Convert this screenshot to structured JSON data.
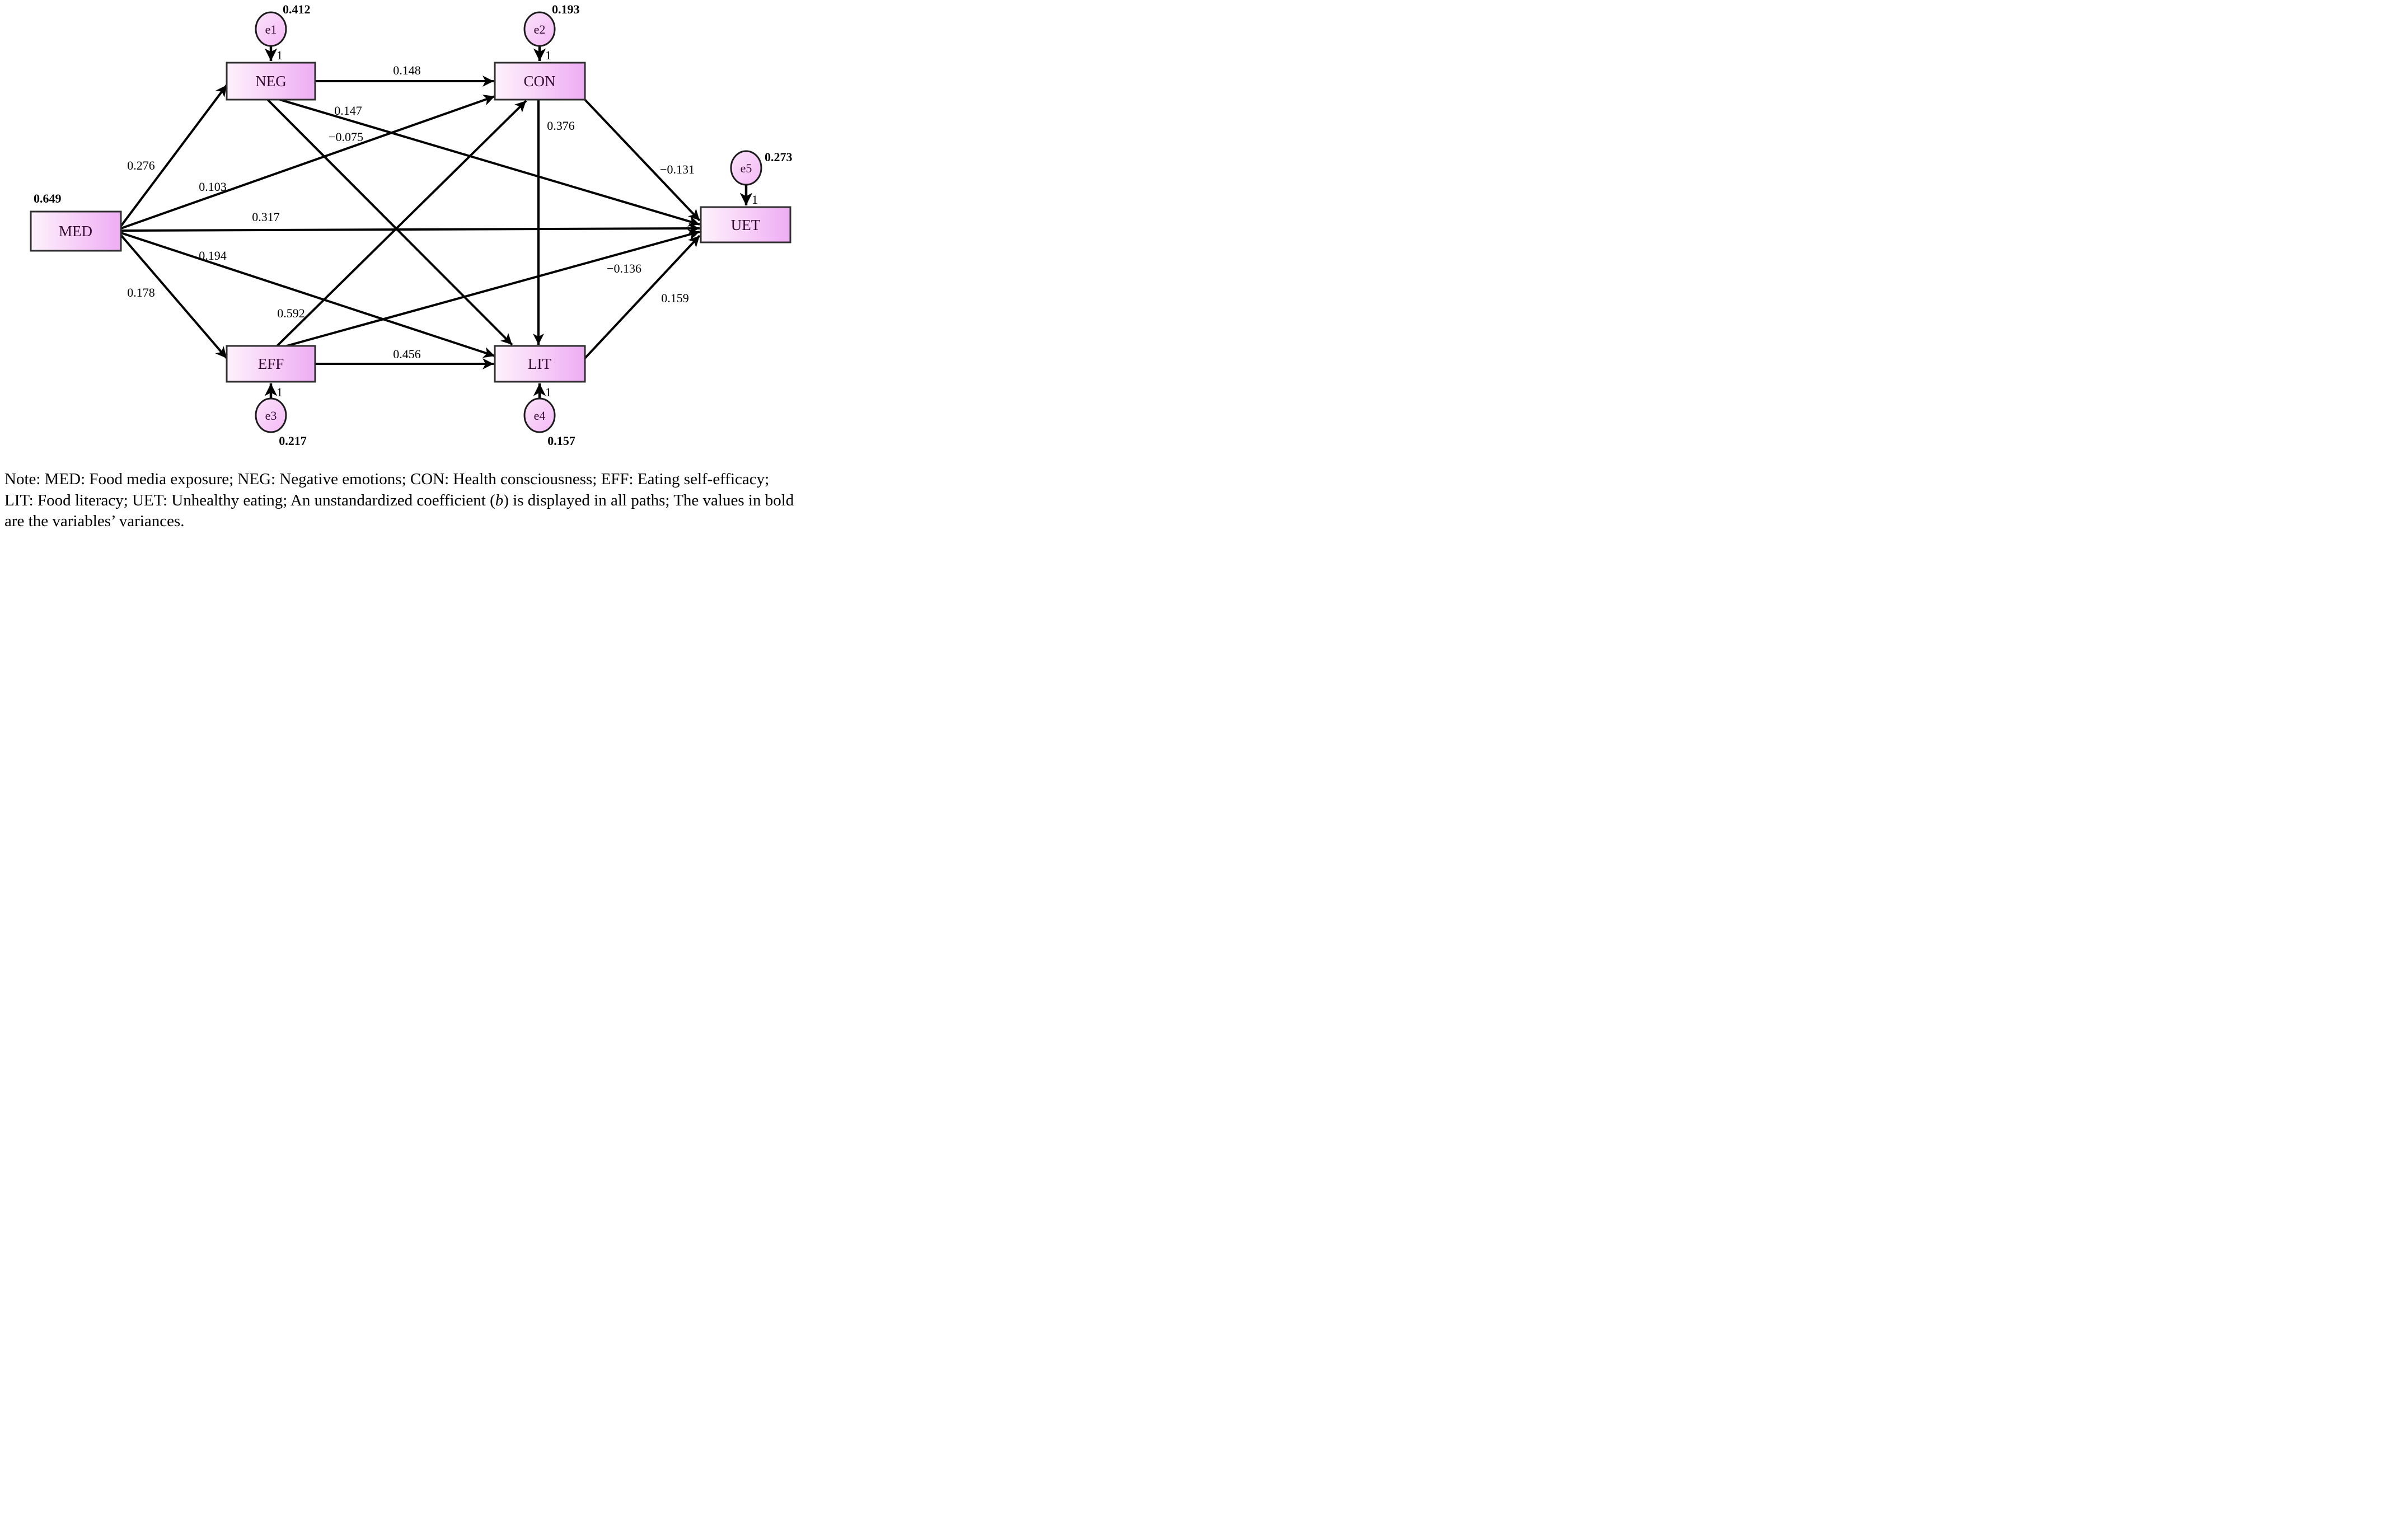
{
  "diagram": {
    "nodes": {
      "med": {
        "label": "MED",
        "variance": "0.649"
      },
      "neg": {
        "label": "NEG"
      },
      "con": {
        "label": "CON"
      },
      "eff": {
        "label": "EFF"
      },
      "lit": {
        "label": "LIT"
      },
      "uet": {
        "label": "UET"
      }
    },
    "errors": {
      "e1": {
        "label": "e1",
        "variance": "0.412",
        "loading": "1"
      },
      "e2": {
        "label": "e2",
        "variance": "0.193",
        "loading": "1"
      },
      "e3": {
        "label": "e3",
        "variance": "0.217",
        "loading": "1"
      },
      "e4": {
        "label": "e4",
        "variance": "0.157",
        "loading": "1"
      },
      "e5": {
        "label": "e5",
        "variance": "0.273",
        "loading": "1"
      }
    },
    "paths": {
      "med_neg": "0.276",
      "med_con": "0.103",
      "med_uet": "0.317",
      "med_lit": "0.194",
      "med_eff": "0.178",
      "neg_con": "0.148",
      "neg_uet": "0.147",
      "neg_lit": "−0.075",
      "eff_con": "0.592",
      "eff_uet": "−0.136",
      "eff_lit": "0.456",
      "con_lit": "0.376",
      "con_uet": "−0.131",
      "lit_uet": "0.159"
    },
    "colors": {
      "box_fill_light": "#fdf2fc",
      "box_fill_dark": "#eeacf4",
      "box_border": "#2f2f2f",
      "arrow": "#000000",
      "node_text": "#330a30"
    }
  },
  "note": {
    "prefix": "Note: MED: Food media exposure; NEG: Negative emotions; CON: Health consciousness; EFF: Eating self-efficacy; LIT: Food literacy; UET: Unhealthy eating; An unstandardized coefficient (",
    "italic": "b",
    "suffix": ") is displayed in all paths; The values in bold are the variables’ variances."
  }
}
